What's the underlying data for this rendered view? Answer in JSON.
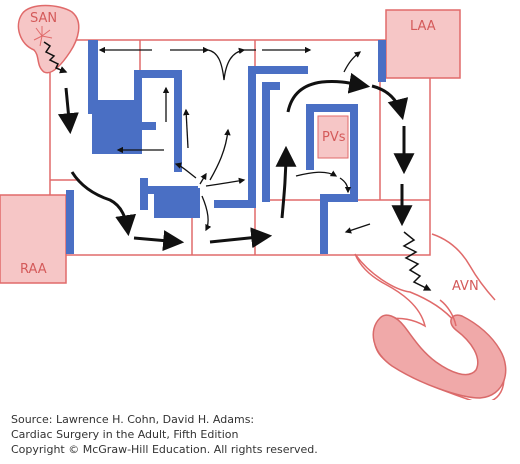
{
  "labels": {
    "san": "SAN",
    "laa": "LAA",
    "pvs": "PVs",
    "raa": "RAA",
    "avn": "AVN"
  },
  "source": {
    "line1": "Source: Lawrence H. Cohn, David H. Adams:",
    "line2": "Cardiac Surgery in the Adult, Fifth Edition",
    "line3": "Copyright © McGraw-Hill Education. All rights reserved."
  },
  "colors": {
    "outline": "#e06a6a",
    "fill_pink": "#f6c6c6",
    "lesion_blue": "#4a6fc4",
    "arrow": "#111111"
  }
}
